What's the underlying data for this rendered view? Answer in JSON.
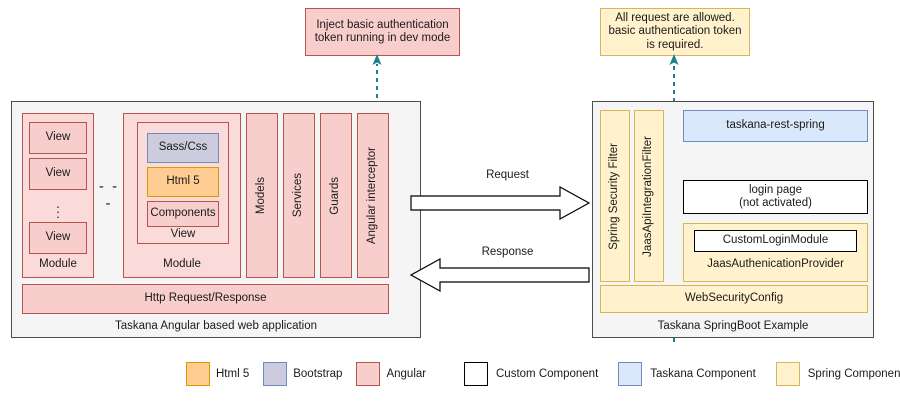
{
  "callouts": {
    "angular": "Inject basic authentication token running in dev mode",
    "spring": "All request are allowed. basic authentication token is required."
  },
  "left_panel": {
    "caption": "Taskana Angular based web application",
    "module_a": {
      "label": "Module",
      "views": [
        "View",
        "View",
        "View"
      ],
      "ellipsis": "⋮"
    },
    "between_modules": "- - -",
    "module_b": {
      "label": "Module",
      "view_label": "View",
      "items": [
        {
          "label": "Sass/Css",
          "type": "bootstrap"
        },
        {
          "label": "Html 5",
          "type": "html5"
        },
        {
          "label": "Components",
          "type": "angular"
        }
      ]
    },
    "columns": [
      "Models",
      "Services",
      "Guards",
      "Angular interceptor"
    ],
    "http_bar": "Http Request/Response"
  },
  "center": {
    "request_label": "Request",
    "response_label": "Response"
  },
  "right_panel": {
    "caption": "Taskana SpringBoot Example",
    "filters": [
      "Spring Security Filter",
      "JaasApiIntegrationFilter"
    ],
    "taskana_rest": "taskana-rest-spring",
    "login_page_line1": "login page",
    "login_page_line2": "(not activated)",
    "custom_login_module": "CustomLoginModule",
    "jaas_provider": "JaasAuthenicationProvider",
    "web_security_config": "WebSecurityConfig"
  },
  "legend": {
    "group_left": [
      {
        "label": "Html 5",
        "fill": "#ffcd92",
        "stroke": "#d79b00"
      },
      {
        "label": "Bootstrap",
        "fill": "#ccccde",
        "stroke": "#6c8ebf"
      },
      {
        "label": "Angular",
        "fill": "#f8cecc",
        "stroke": "#b85450"
      }
    ],
    "group_right": [
      {
        "label": "Custom Component",
        "fill": "#ffffff",
        "stroke": "#000000"
      },
      {
        "label": "Taskana Component",
        "fill": "#dae8fc",
        "stroke": "#6c8ebf"
      },
      {
        "label": "Spring Component",
        "fill": "#fff2cc",
        "stroke": "#d6b656"
      }
    ]
  },
  "colors": {
    "angular": "#f8cecc",
    "angular_border": "#b85450",
    "spring": "#fff2cc",
    "spring_border": "#d6b656",
    "taskana": "#dae8fc",
    "taskana_border": "#6c8ebf",
    "bootstrap": "#ccccde",
    "html5": "#ffcd92",
    "panel_bg": "#f5f5f5",
    "panel_border": "#4d4d4d",
    "connector": "#1a7f8e"
  }
}
